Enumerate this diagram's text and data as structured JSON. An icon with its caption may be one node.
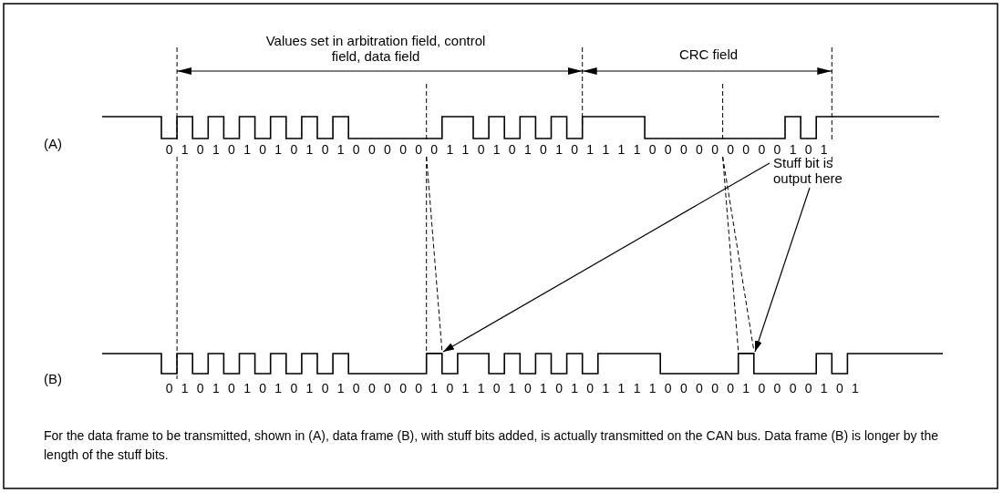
{
  "diagram": {
    "caption": "For the data frame to be transmitted, shown in (A), data frame (B), with stuff bits added, is actually transmitted on the CAN bus. Data frame (B) is longer by the length of the stuff bits.",
    "nodes": [
      {
        "text": [
          "Stuff bit is output here"
        ]
      },
      {
        "text": [],
        "shape": "bar"
      },
      {
        "text": [],
        "shape": "bar"
      }
    ],
    "edges": [
      {
        "from": 0,
        "to": 1,
        "arrow": "to"
      },
      {
        "from": 0,
        "to": 2,
        "arrow": "to"
      }
    ],
    "labels": [
      "Values set in arbitration field, control field, data field",
      "CRC field",
      "(A)",
      "0 1 0 1 0 1 0 1 0 1 0 1 0 0 0 0 0 0 1 1 0 1 0 1 0 1 0 1 1 1 1 0 0 0 0 0 0 0 0 0 1 0 1",
      "(B)",
      "0 1 0 1 0 1 0 1 0 1 0 1 0 0 0 0 0 1 0 1 1 0 1 0 1 0 1 0 1 1 1 1 0 0 0 0 0 1 0 0 0 0 1 0 1"
    ]
  }
}
